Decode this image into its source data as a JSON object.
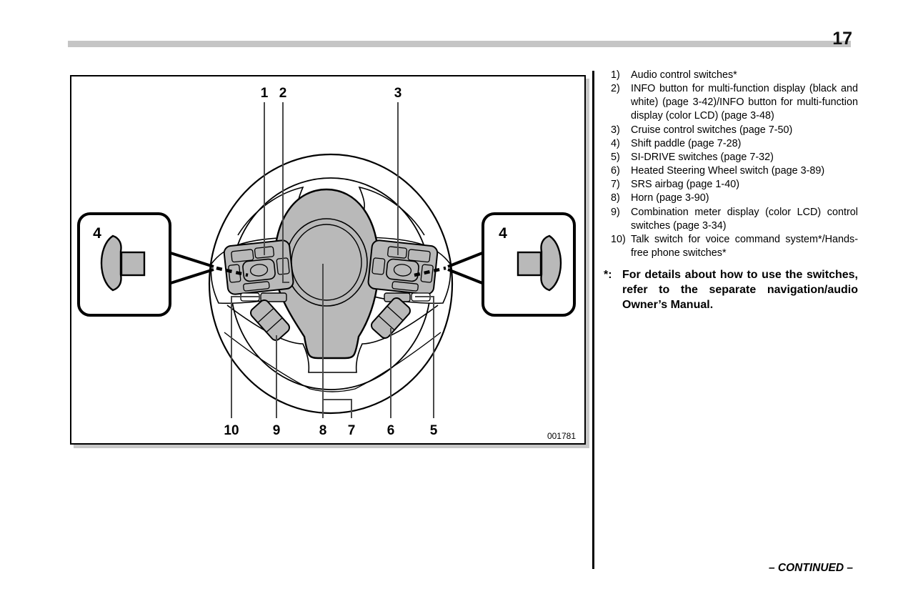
{
  "page": {
    "number": "17",
    "continued_label": "– CONTINUED –"
  },
  "diagram": {
    "figure_code": "001781",
    "callouts": {
      "n1": "1",
      "n2": "2",
      "n3": "3",
      "n4": "4",
      "n5": "5",
      "n6": "6",
      "n7": "7",
      "n8": "8",
      "n9": "9",
      "n10": "10"
    }
  },
  "legend": {
    "items": [
      {
        "num": "1)",
        "text": "Audio control switches*"
      },
      {
        "num": "2)",
        "text": "INFO button for multi-function display (black and white) (page 3-42)/INFO button for multi-function display (color LCD) (page 3-48)"
      },
      {
        "num": "3)",
        "text": "Cruise control switches (page 7-50)"
      },
      {
        "num": "4)",
        "text": "Shift paddle (page 7-28)"
      },
      {
        "num": "5)",
        "text": "SI-DRIVE switches (page 7-32)"
      },
      {
        "num": "6)",
        "text": "Heated Steering Wheel switch (page 3-89)"
      },
      {
        "num": "7)",
        "text": "SRS airbag (page 1-40)"
      },
      {
        "num": "8)",
        "text": "Horn (page 3-90)"
      },
      {
        "num": "9)",
        "text": "Combination meter display (color LCD) control switches (page 3-34)"
      },
      {
        "num": "10)",
        "text": "Talk switch for voice command system*/Hands-free phone switches*"
      }
    ],
    "footnote_marker": "*:",
    "footnote_text": "For details about how to use the switches, refer to the separate navigation/audio Owner’s Manual."
  },
  "colors": {
    "diagram_gray": "#b9b9b9",
    "header_bar_gray": "#c5c5c5",
    "box_shadow_gray": "#c8c8c8",
    "divider_black": "#000000"
  }
}
